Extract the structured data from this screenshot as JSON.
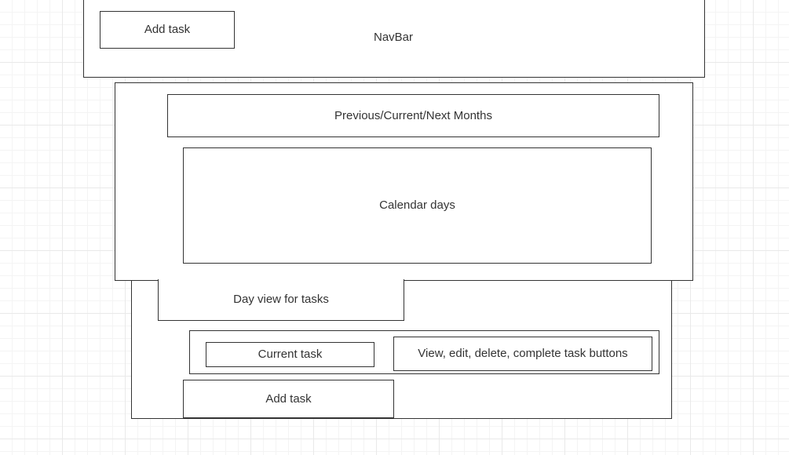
{
  "navbar": {
    "label": "NavBar",
    "add_task_label": "Add task"
  },
  "calendar": {
    "months_label": "Previous/Current/Next Months",
    "days_label": "Calendar days"
  },
  "day_view": {
    "label": "Day view for tasks",
    "current_task_label": "Current task",
    "task_buttons_label": "View, edit, delete, complete task buttons",
    "add_task_label": "Add task"
  }
}
